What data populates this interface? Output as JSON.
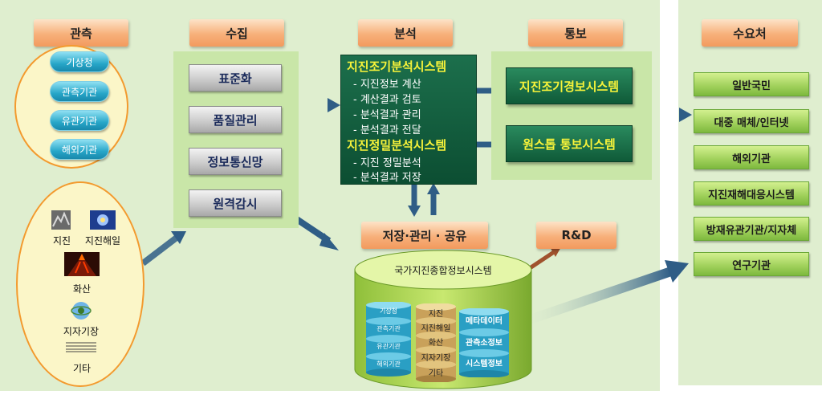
{
  "headers": {
    "observation": "관측",
    "collection": "수집",
    "analysis": "분석",
    "notification": "통보",
    "consumers": "수요처",
    "storage": "저장·관리 · 공유",
    "rnd": "R&D"
  },
  "observation_sources": [
    "기상청",
    "관측기관",
    "유관기관",
    "해외기관"
  ],
  "phenomena": [
    {
      "label": "지진",
      "icon": "earthquake-image"
    },
    {
      "label": "지진해일",
      "icon": "tsunami-image"
    },
    {
      "label": "화산",
      "icon": "volcano-image"
    },
    {
      "label": "지자기장",
      "icon": "geomagnetic-image"
    },
    {
      "label": "기타",
      "icon": "other-lines-icon"
    }
  ],
  "collection_items": [
    "표준화",
    "품질관리",
    "정보통신망",
    "원격감시"
  ],
  "analysis": {
    "early_title": "지진조기분석시스템",
    "early_items": [
      "- 지진정보 계산",
      "- 계산결과 검토",
      "- 분석결과 관리",
      "- 분석결과 전달"
    ],
    "precise_title": "지진정밀분석시스템",
    "precise_items": [
      "- 지진 정밀분석",
      "- 분석결과 저장"
    ]
  },
  "notification_systems": [
    "지진조기경보시스템",
    "원스톱 통보시스템"
  ],
  "consumers": [
    "일반국민",
    "대중 매체/인터넷",
    "해외기관",
    "지진재해대응시스템",
    "방재유관기관/지자체",
    "연구기관"
  ],
  "database": {
    "title": "국가지진종합정보시스템",
    "source_cylinders": [
      "기상청",
      "관측기관",
      "유관기관",
      "해외기관"
    ],
    "data_cylinders": [
      "지진",
      "지진해일",
      "화산",
      "지자기장",
      "기타"
    ],
    "info_cylinders": [
      "메타데이터",
      "관측소정보",
      "시스템정보"
    ]
  },
  "colors": {
    "panel": "#dfeecf",
    "header_orange": "#f29a5e",
    "pill_blue": "#27a6c8",
    "dark_green": "#0f5a38",
    "consumer_green": "#9fd05a",
    "arrow_blue": "#2f5d86"
  }
}
